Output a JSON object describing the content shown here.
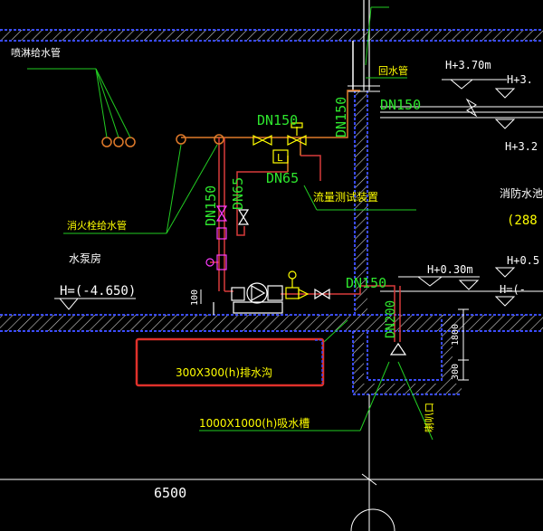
{
  "labels": {
    "sprinkler_pipe": "喷淋给水管",
    "return_pipe": "回水管",
    "elev_top_a": "H+3.70m",
    "elev_top_b": "H+3.",
    "elev_top_c": "H+3.2",
    "dn150_return": "DN150",
    "dn150_riser": "DN150",
    "dn150_header": "DN150",
    "valve_l": "L",
    "dn65_header": "DN65",
    "dn65_branch": "DN65",
    "dn150_branch": "DN150",
    "flow_test": "流量测试装置",
    "fire_pool": "消防水池",
    "fire_pool_val": "(288",
    "hydrant_pipe": "消火栓给水管",
    "pump_room": "水泵房",
    "elev_floor": "H=(-4.650)",
    "elev_right_a": "H+0.30m",
    "elev_right_b": "H+0.5",
    "elev_right_c": "H=(-",
    "dn150_suction": "DN150",
    "dn200": "DN200",
    "dim_100": "100",
    "dim_1800": "1800",
    "dim_300": "300",
    "trench": "300X300(h)排水沟",
    "sump": "1000X1000(h)吸水槽",
    "suction_mouth": "喇叭口",
    "dim_6500": "6500"
  },
  "colors": {
    "background": "#000000",
    "hatch_blue": "#3a4cff",
    "wall_white": "#ffffff",
    "pipe_red": "#d83a3a",
    "pipe_orange": "#e07a2a",
    "leader_green": "#22cc22",
    "text_green": "#2ee62e",
    "text_yellow": "#ffff00",
    "text_white": "#ffffff",
    "valve_yellow": "#ffff00",
    "valve_magenta": "#ff3cff",
    "highlight_box": "#e0312b"
  }
}
